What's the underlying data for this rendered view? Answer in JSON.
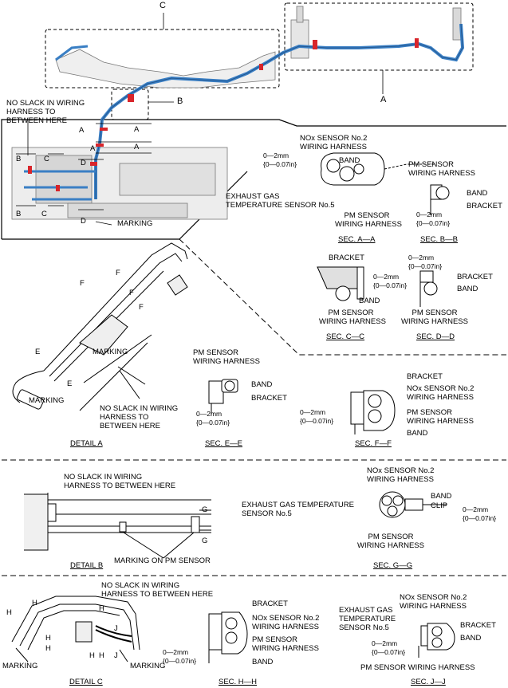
{
  "top": {
    "label_c": "C",
    "label_a": "A",
    "label_b": "B",
    "no_slack": "NO SLACK IN WIRING\nHARNESS TO\nBETWEEN HERE",
    "marking": "MARKING",
    "dim_a": "A",
    "dim_b": "B",
    "dim_c": "C",
    "dim_d": "D"
  },
  "sec_aa": {
    "nox": "NOx SENSOR No.2\nWIRING HARNESS",
    "gap": "0—2mm\n{0—0.07in}",
    "band": "BAND",
    "egt": "EXHAUST GAS\nTEMPERATURE SENSOR No.5",
    "pm": "PM SENSOR\nWIRING HARNESS",
    "title": "SEC. A—A"
  },
  "sec_bb": {
    "pm": "PM SENSOR\nWIRING HARNESS",
    "band": "BAND",
    "bracket": "BRACKET",
    "gap": "0—2mm\n{0—0.07in}",
    "title": "SEC. B—B"
  },
  "sec_cc": {
    "bracket": "BRACKET",
    "gap": "0—2mm\n{0—0.07in}",
    "band": "BAND",
    "pm": "PM SENSOR\nWIRING HARNESS",
    "title": "SEC. C—C"
  },
  "sec_dd": {
    "gap": "0—2mm\n{0—0.07in}",
    "bracket": "BRACKET",
    "band": "BAND",
    "pm": "PM SENSOR\nWIRING HARNESS",
    "title": "SEC. D—D"
  },
  "detail_a": {
    "marking": "MARKING",
    "marking2": "MARKING",
    "no_slack": "NO SLACK IN WIRING\nHARNESS TO\nBETWEEN HERE",
    "title": "DETAIL A",
    "e": "E",
    "f": "F"
  },
  "sec_ee": {
    "pm": "PM SENSOR\nWIRING HARNESS",
    "band": "BAND",
    "bracket": "BRACKET",
    "gap": "0—2mm\n{0—0.07in}",
    "title": "SEC. E—E"
  },
  "sec_ff": {
    "bracket": "BRACKET",
    "nox": "NOx SENSOR No.2\nWIRING HARNESS",
    "gap": "0—2mm\n{0—0.07in}",
    "pm": "PM SENSOR\nWIRING HARNESS",
    "band": "BAND",
    "title": "SEC. F—F"
  },
  "detail_b": {
    "no_slack": "NO SLACK IN WIRING\nHARNESS TO BETWEEN HERE",
    "marking": "MARKING ON PM SENSOR",
    "title": "DETAIL B",
    "g": "G"
  },
  "sec_gg": {
    "nox": "NOx SENSOR No.2\nWIRING HARNESS",
    "egt": "EXHAUST GAS TEMPERATURE\nSENSOR No.5",
    "band": "BAND",
    "clip": "CLIP",
    "gap": "0—2mm\n{0—0.07in}",
    "pm": "PM SENSOR\nWIRING HARNESS",
    "title": "SEC. G—G"
  },
  "detail_c": {
    "no_slack": "NO SLACK IN WIRING\nHARNESS TO BETWEEN HERE",
    "marking": "MARKING",
    "marking2": "MARKING",
    "title": "DETAIL C",
    "h": "H",
    "j": "J"
  },
  "sec_hh": {
    "bracket": "BRACKET",
    "nox": "NOx SENSOR No.2\nWIRING HARNESS",
    "pm": "PM SENSOR\nWIRING HARNESS",
    "gap": "0—2mm\n{0—0.07in}",
    "band": "BAND",
    "title": "SEC. H—H"
  },
  "sec_jj": {
    "nox": "NOx SENSOR No.2\nWIRING HARNESS",
    "egt": "EXHAUST GAS\nTEMPERATURE\nSENSOR No.5",
    "bracket": "BRACKET",
    "band": "BAND",
    "gap": "0—2mm\n{0—0.07in}",
    "pm": "PM SENSOR WIRING HARNESS",
    "title": "SEC. J—J"
  },
  "colors": {
    "harness_blue": "#3a7fc4",
    "marking_red": "#d8252b",
    "line": "#000000",
    "grey": "#9a9a9a"
  }
}
